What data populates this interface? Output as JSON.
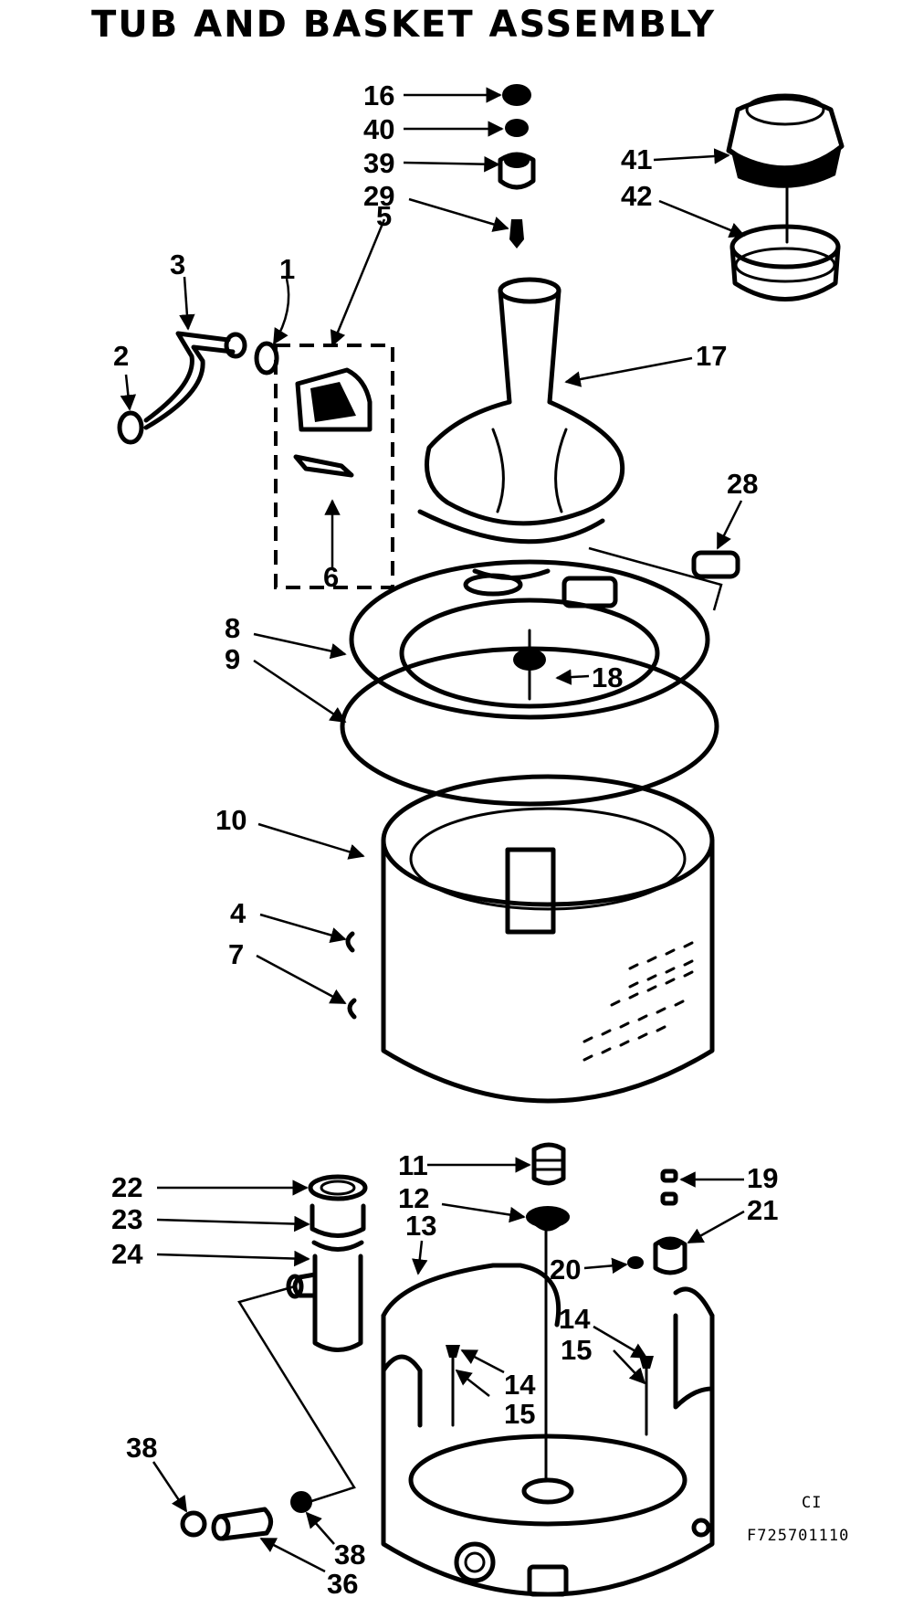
{
  "title": "TUB AND BASKET ASSEMBLY",
  "reference_code": "CI",
  "reference_number": "F725701110",
  "callouts": [
    "16",
    "40",
    "39",
    "29",
    "5",
    "41",
    "42",
    "3",
    "2",
    "1",
    "17",
    "28",
    "6",
    "8",
    "18",
    "9",
    "10",
    "4",
    "7",
    "11",
    "19",
    "12",
    "21",
    "22",
    "23",
    "13",
    "24",
    "20",
    "14",
    "15",
    "14",
    "15",
    "38",
    "38",
    "36"
  ]
}
